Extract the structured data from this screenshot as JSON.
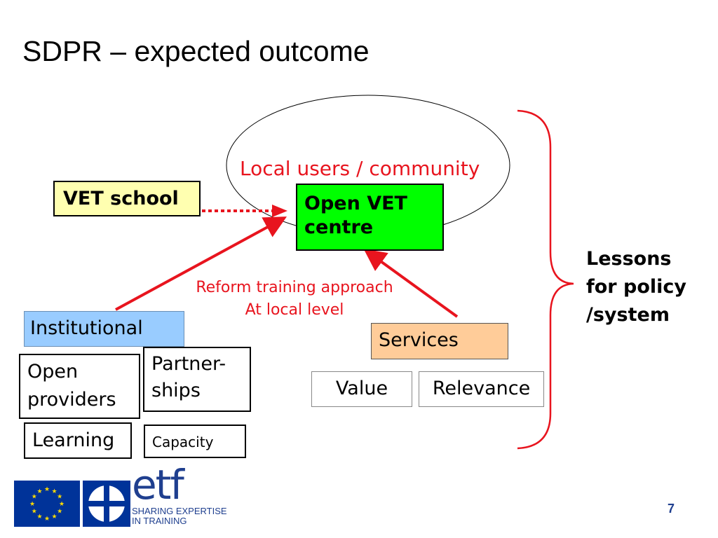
{
  "slide": {
    "title": "SDPR – expected outcome",
    "page_number": "7"
  },
  "diagram": {
    "ellipse_label": "Local users / community",
    "vet_school": "VET school",
    "open_vet_centre": [
      "Open VET",
      "centre"
    ],
    "reform_label": [
      "Reform training approach",
      "At local level"
    ],
    "institutional": "Institutional",
    "open_providers": [
      "Open",
      "providers"
    ],
    "partnerships": [
      "Partner-",
      "ships"
    ],
    "learning": "Learning",
    "capacity": "Capacity",
    "services": "Services",
    "value": "Value",
    "relevance": "Relevance",
    "lessons": [
      "Lessons",
      "for policy",
      "/system"
    ]
  },
  "logo": {
    "etf_text": "etf",
    "tagline": [
      "SHARING EXPERTISE",
      "IN TRAINING"
    ]
  },
  "colors": {
    "accent_red": "#e8141e",
    "vet_school_bg": "#ffffb0",
    "open_vet_bg": "#00ff00",
    "institutional_bg": "#99ccff",
    "services_bg": "#ffcc99",
    "eu_blue": "#003399",
    "eu_star": "#ffdd00"
  }
}
